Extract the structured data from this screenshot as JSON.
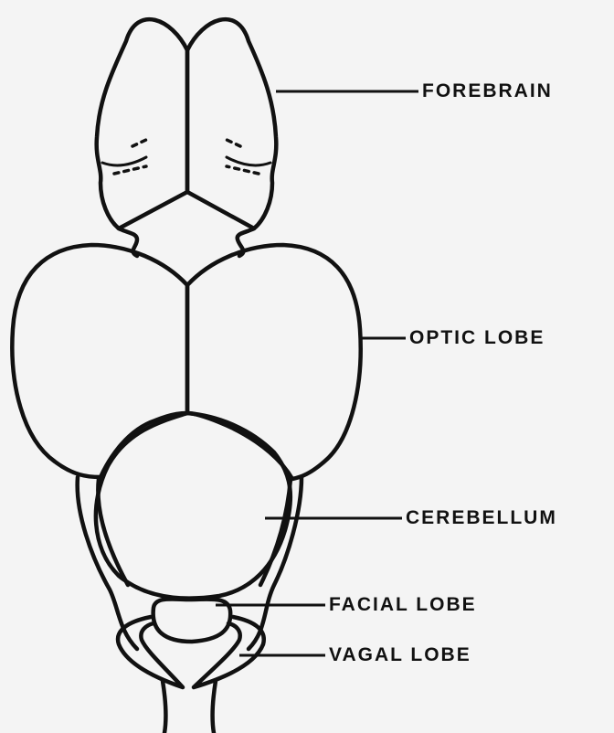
{
  "labels": {
    "forebrain": "FOREBRAIN",
    "optic_lobe": "OPTIC LOBE",
    "cerebellum": "CEREBELLUM",
    "facial_lobe": "FACIAL LOBE",
    "vagal_lobe": "VAGAL LOBE"
  },
  "colors": {
    "ink": "#111111",
    "paper": "#f4f4f4"
  }
}
